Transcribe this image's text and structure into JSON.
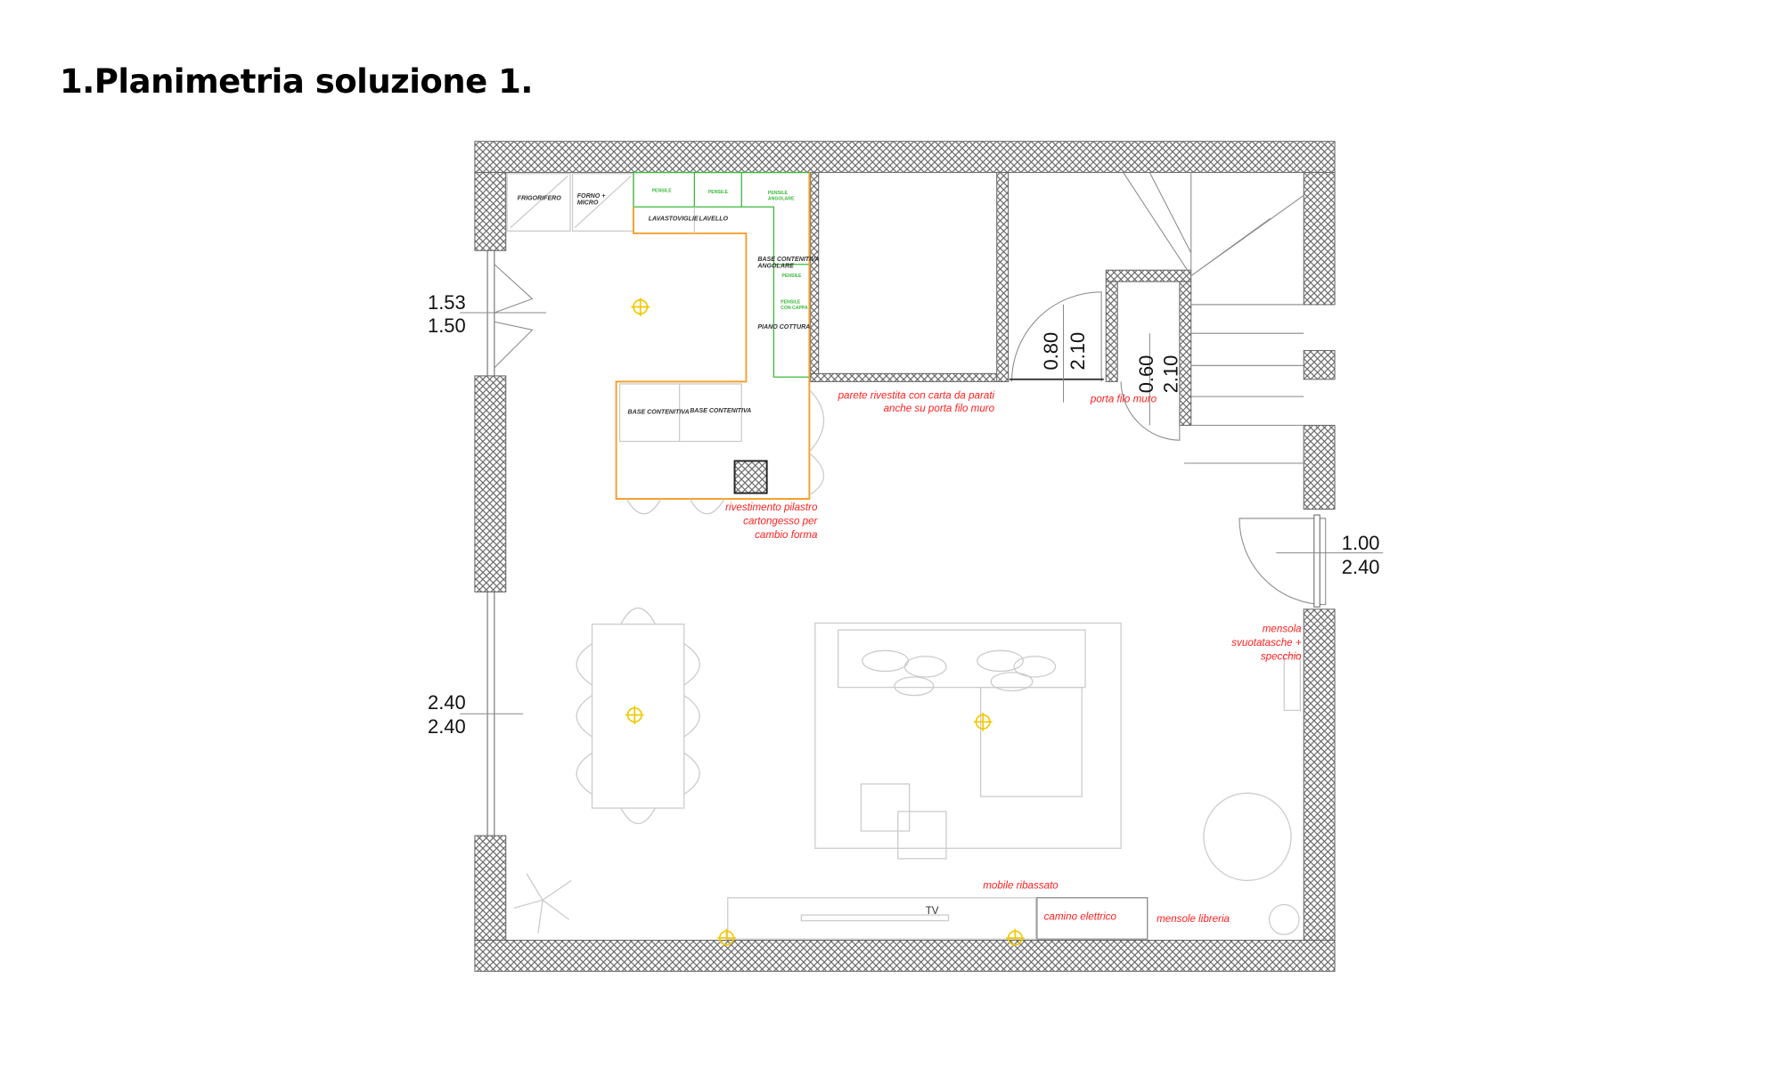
{
  "title": "1.Planimetria soluzione 1.",
  "kitchen_labels": {
    "frigorifero": "FRIGORIFERO",
    "forno_1": "FORNO +",
    "forno_2": "MICRO",
    "lavastoviglie": "LAVASTOVIGLIE",
    "lavello": "LAVELLO",
    "base_angolare_1": "BASE CONTENITIVA",
    "base_angolare_2": "ANGOLARE",
    "piano_cottura": "PIANO COTTURA",
    "base_1": "BASE CONTENITIVA",
    "base_2": "BASE CONTENITIVA"
  },
  "wall_units": {
    "pensile_1": "PENSILE",
    "pensile_2": "PENSILE",
    "pensile_ang_1": "PENSILE",
    "pensile_ang_2": "ANGOLARE",
    "pensile_3": "PENSILE",
    "pensile_cappa_1": "PENSILE",
    "pensile_cappa_2": "CON CAPPA"
  },
  "dimensions": {
    "window_top": {
      "width": "1.53",
      "height": "1.50"
    },
    "window_bottom": {
      "width": "2.40",
      "height": "2.40"
    },
    "door_1": {
      "width": "0.80",
      "height": "2.10"
    },
    "door_2": {
      "width": "0.60",
      "height": "2.10"
    },
    "entrance": {
      "width": "1.00",
      "height": "2.40"
    }
  },
  "notes": {
    "parete_1": "parete rivestita con carta da parati",
    "parete_2": "anche su porta filo muro",
    "porta": "porta filo muro",
    "pilastro_1": "rivestimento pilastro",
    "pilastro_2": "cartongesso per",
    "pilastro_3": "cambio forma",
    "mensola_1": "mensola",
    "mensola_2": "svuotatasche +",
    "mensola_3": "specchio",
    "mobile": "mobile ribassato",
    "tv": "TV",
    "camino": "camino elettrico",
    "libreria": "mensole libreria"
  },
  "colors": {
    "wall": "#555555",
    "cabinet_outline": "#f5a030",
    "wall_unit": "#3bb83b",
    "note": "#ff2020",
    "light": "#f2c800"
  }
}
